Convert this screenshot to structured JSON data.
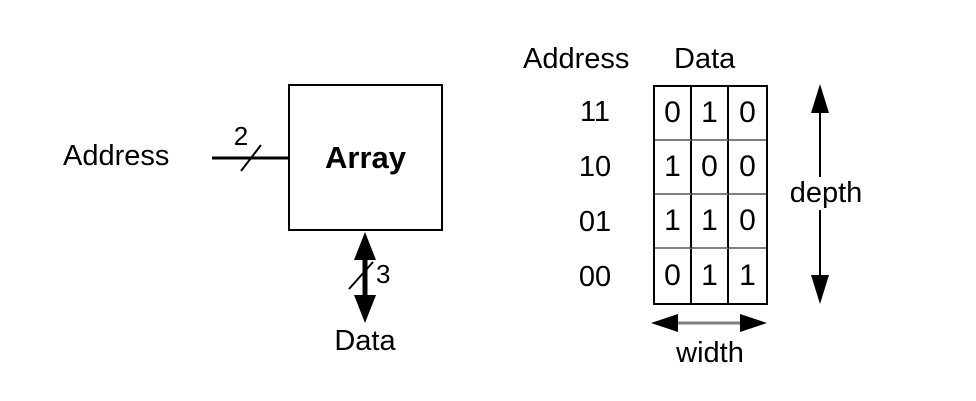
{
  "block_diagram": {
    "address_label": "Address",
    "address_bus_width": "2",
    "array_label": "Array",
    "data_bus_width": "3",
    "data_label": "Data"
  },
  "memory_table": {
    "address_header": "Address",
    "data_header": "Data",
    "rows": [
      {
        "address": "11",
        "bits": [
          "0",
          "1",
          "0"
        ]
      },
      {
        "address": "10",
        "bits": [
          "1",
          "0",
          "0"
        ]
      },
      {
        "address": "01",
        "bits": [
          "1",
          "1",
          "0"
        ]
      },
      {
        "address": "00",
        "bits": [
          "0",
          "1",
          "1"
        ]
      }
    ],
    "depth_label": "depth",
    "width_label": "width"
  },
  "colors": {
    "line": "#000000",
    "grid_divider": "#7f7f7f",
    "width_arrow_shaft": "#808080",
    "background": "#ffffff"
  }
}
